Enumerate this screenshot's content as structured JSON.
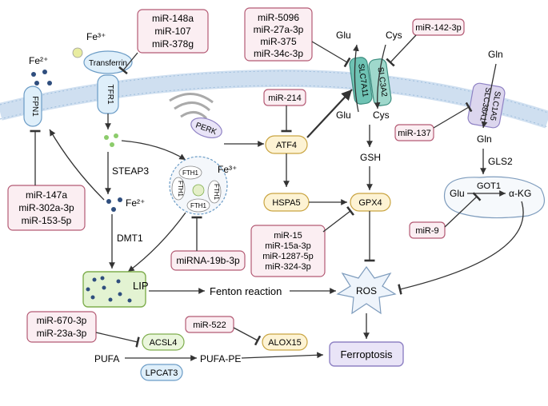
{
  "labels": {
    "fe2_top": "Fe²⁺",
    "fe3_top": "Fe³⁺",
    "transferrin": "Transferrin",
    "tfr1": "TFR1",
    "fpn1": "FPN1",
    "steap3": "STEAP3",
    "fe2_mid": "Fe²⁺",
    "dmt1": "DMT1",
    "lip": "LIP",
    "fenton": "Fenton reaction",
    "fth1_a": "FTH1",
    "fth1_b": "FTH1",
    "fth1_c": "FTH1",
    "fth1_d": "FTH1",
    "fe3_ferritin": "Fe³⁺",
    "perk": "PERK",
    "atf4": "ATF4",
    "hspa5": "HSPA5",
    "gpx4": "GPX4",
    "gsh": "GSH",
    "ros": "ROS",
    "ferroptosis": "Ferroptosis",
    "glu_top": "Glu",
    "cys_top": "Cys",
    "glu_bottom": "Glu",
    "cys_bottom": "Cys",
    "slc7a11": "SLC7A11",
    "slc3a2": "SLC3A2",
    "slc38a1": "SLC38A1",
    "slc1a5": "SLC1A5",
    "gln_top": "Gln",
    "gln_mid": "Gln",
    "gls2": "GLS2",
    "glu_mito": "Glu",
    "got1": "GOT1",
    "akg": "α-KG",
    "pufa": "PUFA",
    "pufa_pe": "PUFA-PE",
    "acsl4": "ACSL4",
    "lpcat3": "LPCAT3",
    "alox15": "ALOX15"
  },
  "mirnas": {
    "tfr1_group": [
      "miR-148a",
      "miR-107",
      "miR-378g"
    ],
    "slc7a11_group": [
      "miR-5096",
      "miR-27a-3p",
      "miR-375",
      "miR-34c-3p"
    ],
    "slc3a2_group": [
      "miR-142-3p"
    ],
    "atf4_group": [
      "miR-214"
    ],
    "slc1a5_group": [
      "miR-137"
    ],
    "fpn1_group": [
      "miR-147a",
      "miR-302a-3p",
      "miR-153-5p"
    ],
    "ferritin_group": [
      "miRNA-19b-3p"
    ],
    "gpx4_group": [
      "miR-15",
      "miR-15a-3p",
      "miR-1287-5p",
      "miR-324-3p"
    ],
    "got1_group": [
      "miR-9"
    ],
    "acsl4_group": [
      "miR-670-3p",
      "miR-23a-3p"
    ],
    "alox15_group": [
      "miR-522"
    ]
  },
  "colors": {
    "membrane": "#bcd3ea",
    "mirna_fill": "#fbeef2",
    "mirna_stroke": "#b45a74",
    "transporter": "#6fc3b4",
    "lip_fill": "#e3f3d2",
    "iron_dot": "#2f4e7e"
  }
}
